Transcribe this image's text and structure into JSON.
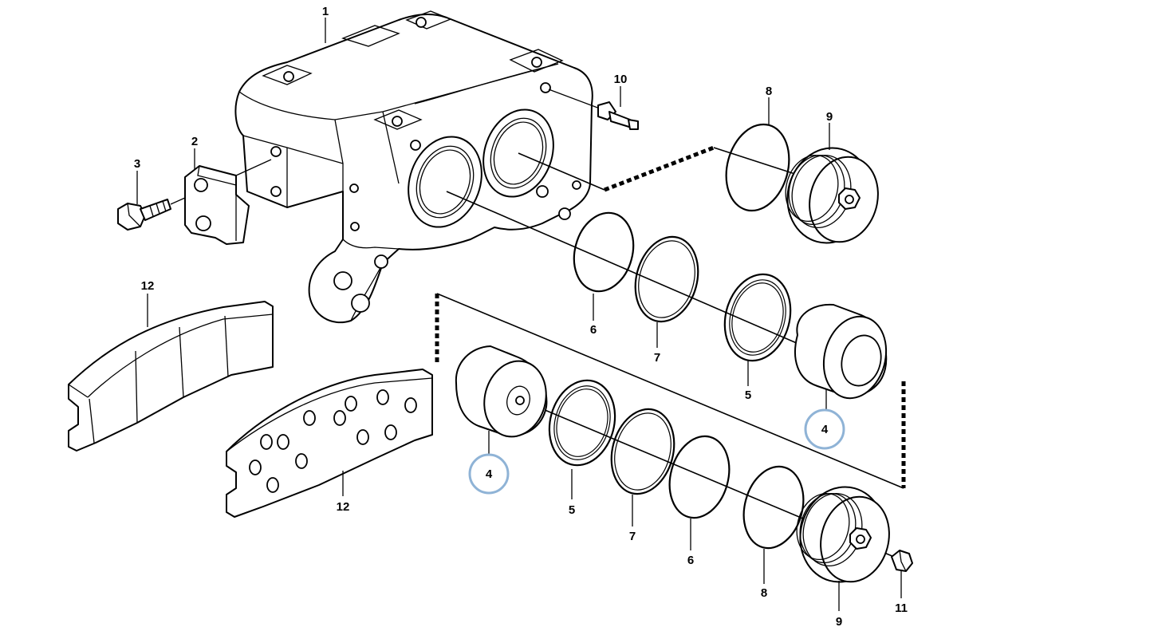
{
  "colors": {
    "line": "#000000",
    "background": "#ffffff",
    "highlight": "#8fb3d6"
  },
  "callouts": {
    "c1": "1",
    "c2": "2",
    "c3": "3",
    "c4a": "4",
    "c4b": "4",
    "c5a": "5",
    "c5b": "5",
    "c6a": "6",
    "c6b": "6",
    "c7a": "7",
    "c7b": "7",
    "c8a": "8",
    "c8b": "8",
    "c9a": "9",
    "c9b": "9",
    "c10": "10",
    "c11": "11",
    "c12a": "12",
    "c12b": "12"
  },
  "highlighted_parts": [
    "4"
  ]
}
